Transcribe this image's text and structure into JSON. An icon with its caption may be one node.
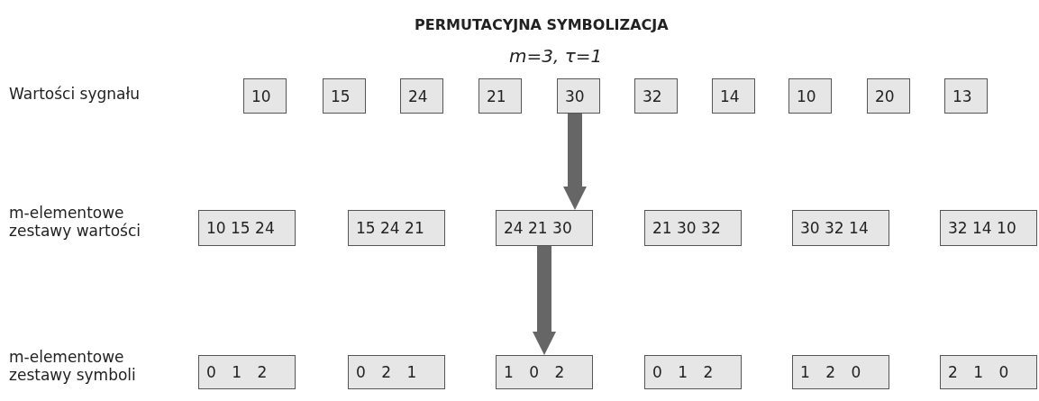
{
  "diagram": {
    "title": "PERMUTACYJNA SYMBOLIZACJA",
    "nodes": [
      {
        "text": [
          "10"
        ]
      },
      {
        "text": [
          "15"
        ]
      },
      {
        "text": [
          "24"
        ]
      },
      {
        "text": [
          "21"
        ]
      },
      {
        "text": [
          "30"
        ]
      },
      {
        "text": [
          "32"
        ]
      },
      {
        "text": [
          "14"
        ]
      },
      {
        "text": [
          "10"
        ]
      },
      {
        "text": [
          "20"
        ]
      },
      {
        "text": [
          "13"
        ]
      },
      {
        "text": [
          "10 15 24"
        ]
      },
      {
        "text": [
          "15 24 21"
        ]
      },
      {
        "text": [
          "24 21 30"
        ]
      },
      {
        "text": [
          "21 30 32"
        ]
      },
      {
        "text": [
          "30 32 14"
        ]
      },
      {
        "text": [
          "32 14 10"
        ]
      },
      {
        "text": [
          "0 1 2"
        ]
      },
      {
        "text": [
          "0 2 1"
        ]
      },
      {
        "text": [
          "1 0 2"
        ]
      },
      {
        "text": [
          "0 1 2"
        ]
      },
      {
        "text": [
          "1 2 0"
        ]
      },
      {
        "text": [
          "2 1 0"
        ]
      }
    ],
    "edges": [
      {
        "from": 4,
        "to": 12,
        "arrow": "to"
      },
      {
        "from": 12,
        "to": 18,
        "arrow": "to"
      }
    ],
    "labels": [
      "m=3, τ=1",
      "Wartości sygnału",
      "m-elementowe zestawy wartości",
      "m-elementowe zestawy symboli"
    ]
  }
}
